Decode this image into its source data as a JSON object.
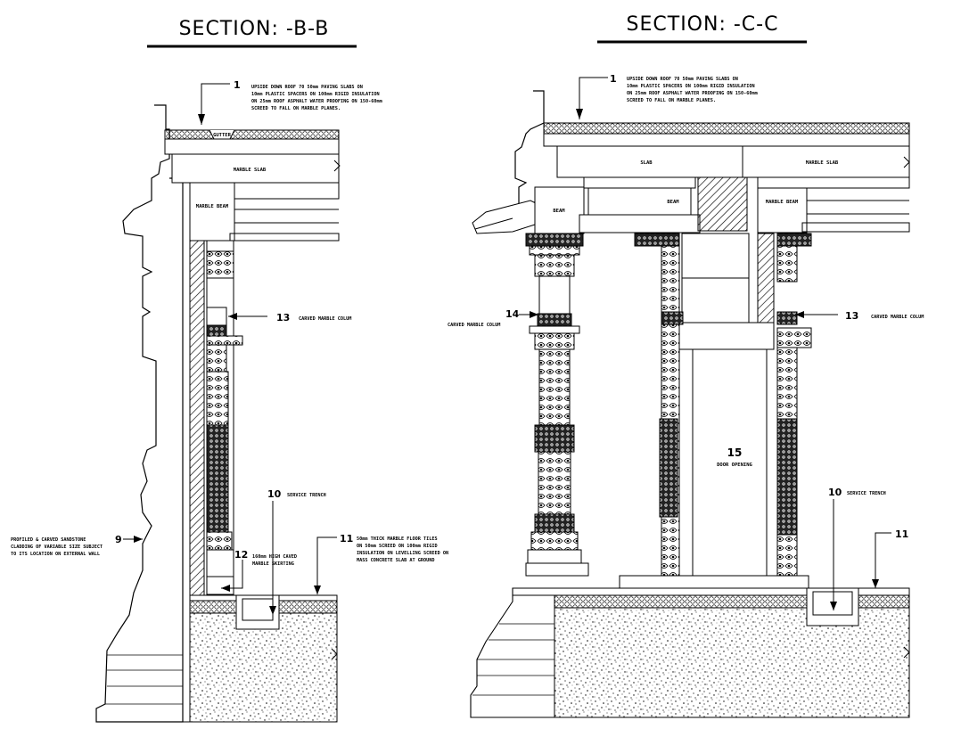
{
  "sections": [
    {
      "title": "SECTION: -B-B",
      "callouts": [
        {
          "num": "1",
          "lines": [
            "UPSIDE DOWN ROOF 70 50mm PAVING SLABS ON",
            "10mm PLASTIC SPACERS ON 100mm RIGID INSULATION",
            "ON 25mm ROOF ASPHALT WATER PROOFING ON 150-60mm",
            "SCREED TO FALL ON MARBLE PLANES."
          ]
        },
        {
          "num": "13",
          "lines": [
            "CARVED MARBLE COLUM"
          ]
        },
        {
          "num": "10",
          "lines": [
            "SERVICE TRENCH"
          ]
        },
        {
          "num": "9",
          "lines": [
            "PROFILED & CARVED SANDSTONE",
            "CLADDING OF VARIABLE SIZE SUBJECT",
            "TO ITS LOCATION ON EXTERNAL WALL"
          ]
        },
        {
          "num": "12",
          "lines": [
            "160mm HIGH CAVED",
            "MARBLE SKIRTING"
          ]
        },
        {
          "num": "11",
          "lines": [
            "50mm THICK MARBLE FLOOR TILES",
            "ON 50mm SCREED ON 100mm RIGID",
            "INSULATION ON LEVELLING SCREED ON",
            "MASS CONCRETE SLAB AT GROUND"
          ]
        }
      ],
      "labels": {
        "gutter": "GUTTER",
        "slab": "MARBLE SLAB",
        "beam": "MARBLE BEAM"
      }
    },
    {
      "title": "SECTION: -C-C",
      "callouts": [
        {
          "num": "1",
          "lines": [
            "UPSIDE DOWN ROOF 70 50mm PAVING SLABS ON",
            "10mm PLASTIC SPACERS ON 100mm RIGID INSULATION",
            "ON 25mm ROOF ASPHALT WATER PROOFING ON 150-60mm",
            "SCREED TO FALL ON MARBLE PLANES."
          ]
        },
        {
          "num": "14",
          "lines": [
            "CARVED MARBLE COLUM"
          ]
        },
        {
          "num": "13",
          "lines": [
            "CARVED MARBLE COLUM"
          ]
        },
        {
          "num": "15",
          "lines": [
            "DOOR OPENING"
          ]
        },
        {
          "num": "10",
          "lines": [
            "SERVICE TRENCH"
          ]
        },
        {
          "num": "11",
          "lines": []
        }
      ],
      "labels": {
        "slab": "SLAB",
        "marble_slab": "MARBLE SLAB",
        "beam_left": "BEAM",
        "beam_mid": "BEAM",
        "beam_right": "MARBLE BEAM"
      }
    }
  ]
}
